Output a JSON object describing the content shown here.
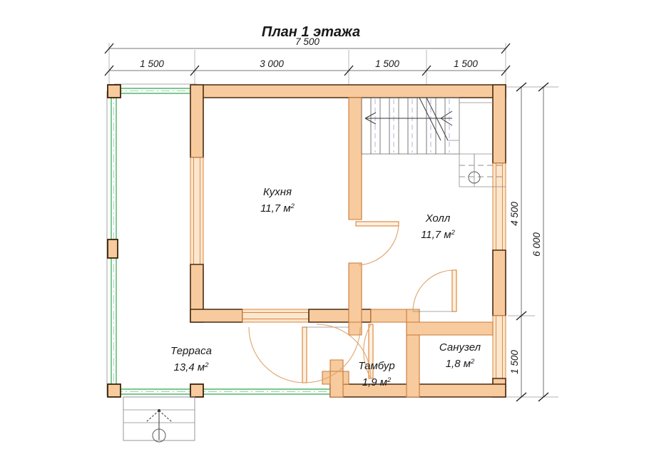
{
  "title": "План 1 этажа",
  "rooms": [
    {
      "key": "kitchen",
      "name": "Кухня",
      "area": "11,7",
      "unit": "м",
      "exp": "2"
    },
    {
      "key": "hall",
      "name": "Холл",
      "area": "11,7",
      "unit": "м",
      "exp": "2"
    },
    {
      "key": "terrace",
      "name": "Терраса",
      "area": "13,4",
      "unit": "м",
      "exp": "2"
    },
    {
      "key": "tambur",
      "name": "Тамбур",
      "area": "1,9",
      "unit": "м",
      "exp": "2"
    },
    {
      "key": "bathroom",
      "name": "Санузел",
      "area": "1,8",
      "unit": "м",
      "exp": "2"
    }
  ],
  "dimensions": {
    "top_total": "7 500",
    "top_chain": [
      "1 500",
      "3 000",
      "1 500",
      "1 500"
    ],
    "right_total": "6 000",
    "right_chain": [
      "4 500",
      "1 500"
    ]
  },
  "colors": {
    "wall_fill": "#f7cb9d",
    "wall_stroke": "#4a2a12",
    "railing": "#2fa84f",
    "door": "#e08a3c",
    "text": "#1a1a1a",
    "background": "#ffffff"
  }
}
